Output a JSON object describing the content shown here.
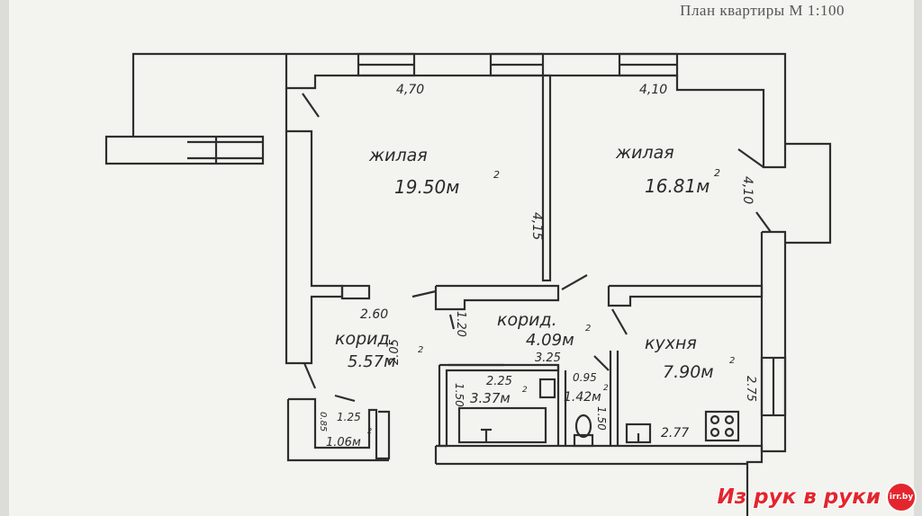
{
  "title": "План квартиры М 1:100",
  "rooms": {
    "living1": {
      "name": "жилая",
      "area": "19.50м",
      "sup": "2",
      "width": "4,70",
      "depth": "4,15"
    },
    "living2": {
      "name": "жилая",
      "area": "16.81м",
      "sup": "2",
      "width": "4,10",
      "depth": "4,10"
    },
    "corridor1": {
      "name": "корид.",
      "area": "5.57м",
      "sup": "2",
      "d1": "2.60",
      "d2": "2.05"
    },
    "corridor2": {
      "name": "корид.",
      "area": "4.09м",
      "sup": "2",
      "d1": "1.20",
      "d2": "3.25"
    },
    "kitchen": {
      "name": "кухня",
      "area": "7.90м",
      "sup": "2",
      "d1": "2.77",
      "d2": "2.75"
    },
    "bath": {
      "area": "3.37м",
      "sup": "2",
      "d1": "2.25",
      "d2": "1.50"
    },
    "wc": {
      "area": "1.42м",
      "sup": "2",
      "d1": "0.95",
      "d2": "1.50"
    },
    "storage": {
      "area": "1.06м",
      "sup": "2",
      "d1": "1.25",
      "d2": "0.85"
    }
  },
  "watermark": {
    "text": "Из рук в руки",
    "logo": "irr.by"
  }
}
